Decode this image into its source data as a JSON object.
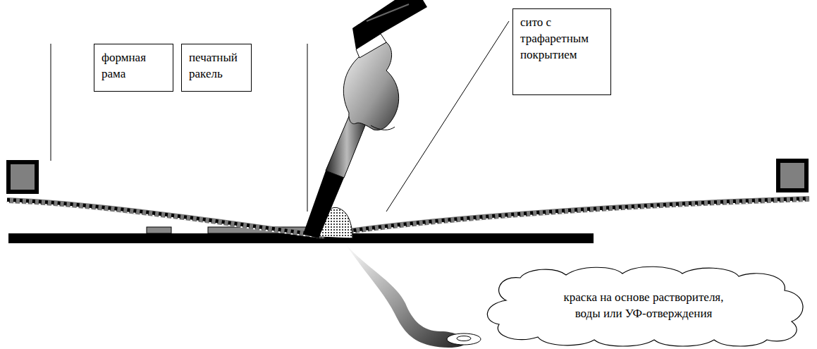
{
  "diagram": {
    "nodes": [
      {
        "text": [
          "формная рама"
        ]
      },
      {
        "text": [
          "печатный ракель"
        ]
      },
      {
        "text": [
          "сито с трафаретным покрытием"
        ]
      },
      {
        "text": [
          "краска на основе растворителя, воды или УФ-отверждения"
        ]
      }
    ]
  }
}
